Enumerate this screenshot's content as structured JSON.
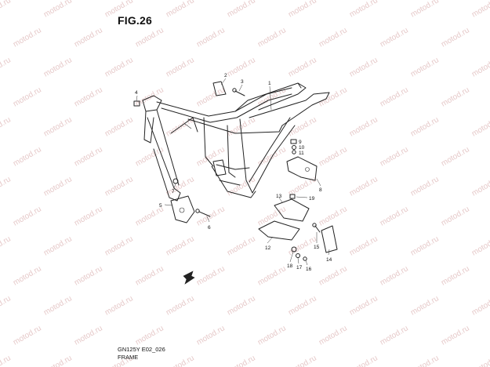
{
  "figure": {
    "title": "FIG.26",
    "code": "GN125Y E02_026",
    "name": "FRAME"
  },
  "watermark": "motod.ru",
  "callouts": [
    "1",
    "2",
    "3",
    "4",
    "5",
    "6",
    "7",
    "8",
    "9",
    "10",
    "11",
    "12",
    "13",
    "14",
    "15",
    "16",
    "17",
    "18",
    "19"
  ]
}
